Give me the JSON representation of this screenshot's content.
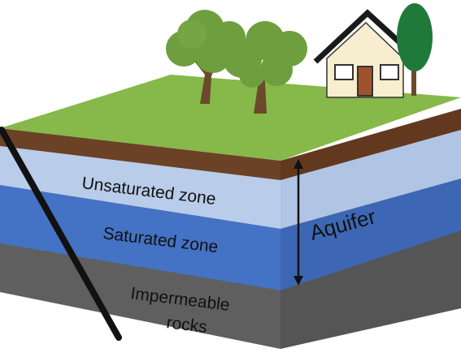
{
  "labels": {
    "unsaturated": "Unsaturated zone",
    "saturated": "Saturated zone",
    "impermeable_line1": "Impermeable",
    "impermeable_line2": "rocks",
    "aquifer": "Aquifer"
  },
  "colors": {
    "grass": "#86b84a",
    "soil": "#6b4226",
    "unsaturated": "#b9cce9",
    "saturated": "#4472c4",
    "rock": "#5f5f5f",
    "tree_canopy": "#6e9e3e",
    "trunk": "#6b4a2b",
    "house_wall": "#f7eed0",
    "roof": "#1a1a1a",
    "pine": "#1f7a3a",
    "arrow": "#111111"
  },
  "icons": [
    "deciduous-tree-icon",
    "house-icon",
    "pine-tree-icon"
  ]
}
